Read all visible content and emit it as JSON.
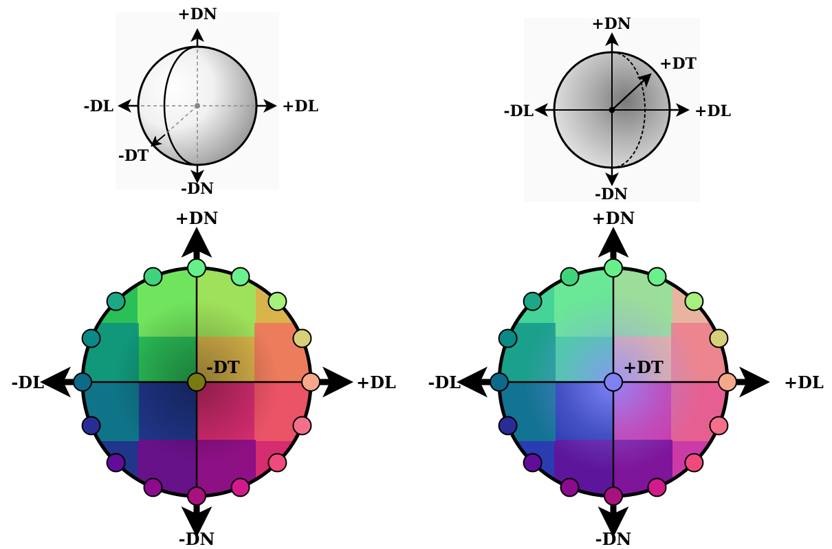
{
  "top_left": {
    "labels": {
      "pos_n": "+DN",
      "neg_n": "-DN",
      "neg_l": "-DL",
      "pos_l": "+DL",
      "t": "-DT"
    }
  },
  "top_right": {
    "labels": {
      "pos_n": "+DN",
      "neg_n": "-DN",
      "neg_l": "-DL",
      "pos_l": "+DL",
      "t": "+DT"
    }
  },
  "bottom_left": {
    "labels": {
      "pos_n": "+DN",
      "neg_n": "-DN",
      "neg_l": "-DL",
      "pos_l": "+DL",
      "t": "-DT"
    },
    "center_color": "#7a7a12",
    "marker_colors": [
      "#66f08a",
      "#3fd47c",
      "#1aa886",
      "#0a8a86",
      "#0c6a8a",
      "#2a2c96",
      "#620c9a",
      "#8c0a8c",
      "#a8127e",
      "#d21a8a",
      "#f04a7c",
      "#f4708a",
      "#f6a88a",
      "#d6d07a",
      "#a6f07c",
      "#6af08c"
    ]
  },
  "bottom_right": {
    "labels": {
      "pos_n": "+DN",
      "neg_n": "-DN",
      "neg_l": "-DL",
      "pos_l": "+DL",
      "t": "+DT"
    },
    "center_color": "#8080f2",
    "marker_colors": [
      "#66f08a",
      "#3fd47c",
      "#1aa886",
      "#0a8a86",
      "#0c6a8a",
      "#2a2c96",
      "#620c9a",
      "#8c0a8c",
      "#a8127e",
      "#d21a8a",
      "#f04a7c",
      "#f4708a",
      "#f6a88a",
      "#d6d07a",
      "#a6f07c",
      "#6af08c"
    ]
  }
}
